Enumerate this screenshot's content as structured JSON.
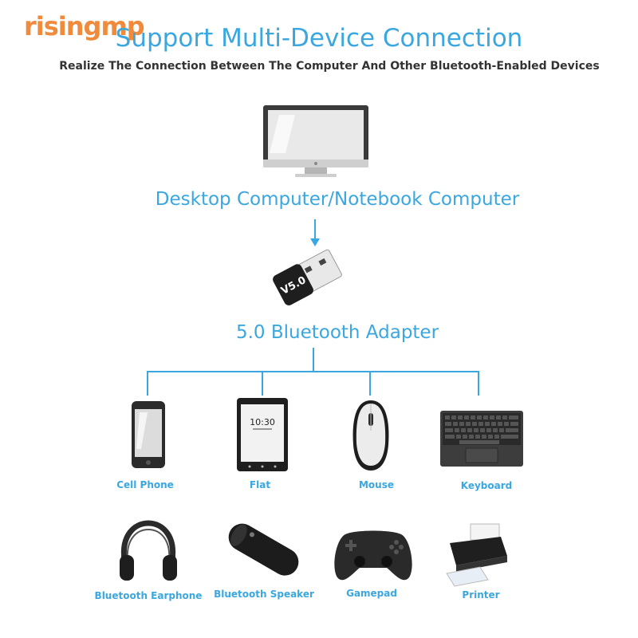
{
  "watermark": "risingmp",
  "header": {
    "title": "Support Multi-Device Connection",
    "subtitle": "Realize The Connection Between The Computer And Other Bluetooth-Enabled Devices"
  },
  "computer": {
    "label": "Desktop Computer/Notebook Computer"
  },
  "adapter": {
    "label": "5.0 Bluetooth Adapter",
    "marking": "V5.0"
  },
  "devices_row1": [
    {
      "label": "Cell Phone"
    },
    {
      "label": "Flat",
      "screen_time": "10:30"
    },
    {
      "label": "Mouse"
    },
    {
      "label": "Keyboard"
    }
  ],
  "devices_row2": [
    {
      "label": "Bluetooth Earphone"
    },
    {
      "label": "Bluetooth Speaker"
    },
    {
      "label": "Gamepad"
    },
    {
      "label": "Printer"
    }
  ],
  "colors": {
    "accent": "#3aa7e0",
    "watermark": "#f08a3c",
    "device_dark": "#2b2b2b"
  }
}
